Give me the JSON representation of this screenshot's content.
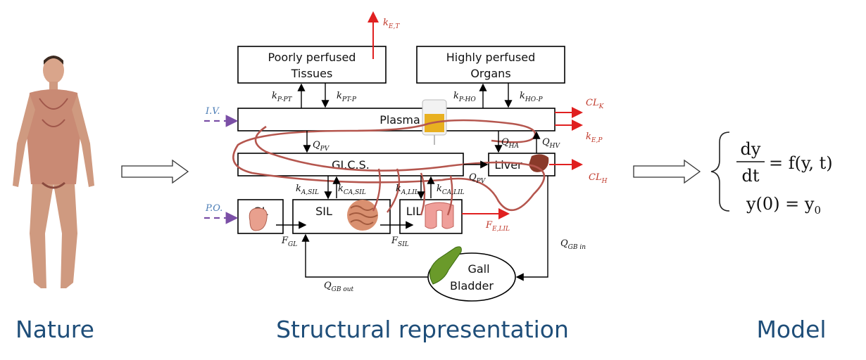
{
  "captions": {
    "nature": "Nature",
    "structural": "Structural representation",
    "model": "Model"
  },
  "boxes": {
    "poorly": [
      "Poorly perfused",
      "Tissues"
    ],
    "highly": [
      "Highly perfused",
      "Organs"
    ],
    "plasma": "Plasma",
    "gics": "GI.C.S.",
    "liver": "Liver",
    "gl": "GL",
    "sil": "SIL",
    "lil": "LIL",
    "gall": [
      "Gall",
      "Bladder"
    ]
  },
  "inputs": {
    "iv": "I.V.",
    "po": "P.O."
  },
  "rates": {
    "k_et": {
      "base": "k",
      "sub": "E,T"
    },
    "k_ppt": {
      "base": "k",
      "sub": "P-PT"
    },
    "k_ptp": {
      "base": "k",
      "sub": "PT-P"
    },
    "k_pho": {
      "base": "k",
      "sub": "P-HO"
    },
    "k_hop": {
      "base": "k",
      "sub": "HO-P"
    },
    "cl_k": {
      "base": "CL",
      "sub": "K"
    },
    "k_ep": {
      "base": "k",
      "sub": "E,P"
    },
    "cl_h": {
      "base": "CL",
      "sub": "H"
    },
    "q_pv1": {
      "base": "Q",
      "sub": "PV"
    },
    "q_ha": {
      "base": "Q",
      "sub": "HA"
    },
    "q_hv": {
      "base": "Q",
      "sub": "HV"
    },
    "q_pv2": {
      "base": "Q",
      "sub": "PV"
    },
    "k_asil": {
      "base": "k",
      "sub": "A,SIL"
    },
    "k_casil": {
      "base": "k",
      "sub": "CA,SIL"
    },
    "k_alil": {
      "base": "k",
      "sub": "A,LIL"
    },
    "k_calil": {
      "base": "k",
      "sub": "CA,LIL"
    },
    "f_elil": {
      "base": "F",
      "sub": "E,LIL"
    },
    "f_gl": {
      "base": "F",
      "sub": "GL"
    },
    "f_sil": {
      "base": "F",
      "sub": "SIL"
    },
    "q_gbin": {
      "base": "Q",
      "sub": "GB in"
    },
    "q_gbout": {
      "base": "Q",
      "sub": "GB out"
    }
  },
  "model": {
    "numerator": "dy",
    "denominator": "dt",
    "rhs": "= f(y, t)",
    "initial": "y(0) = y",
    "initial_sub": "0"
  },
  "colors": {
    "caption": "#1f4e79",
    "red": "#c0392b",
    "blue": "#4a7cb5",
    "purple": "#7b4fa6",
    "loop": "#b5564e"
  }
}
